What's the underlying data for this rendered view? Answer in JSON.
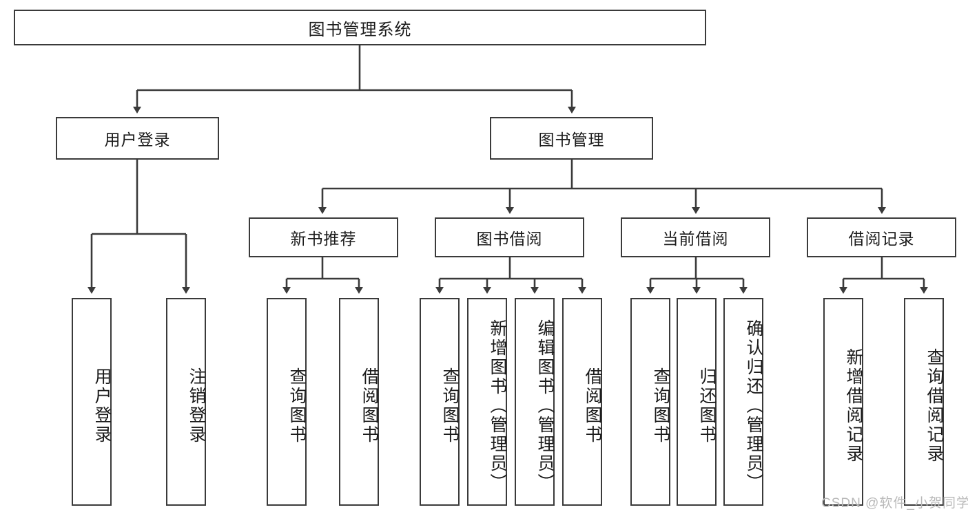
{
  "diagram": {
    "title": "图书管理系统",
    "watermark": "CSDN @软件_小贺同学",
    "colors": {
      "border": "#3a3a3a",
      "background": "#ffffff",
      "text": "#1b1b1b",
      "watermark": "#b9b9b9"
    },
    "levels": {
      "root": {
        "label": "图书管理系统"
      },
      "level2": [
        {
          "label": "用户登录"
        },
        {
          "label": "图书管理"
        }
      ],
      "level3": [
        {
          "label": "新书推荐"
        },
        {
          "label": "图书借阅"
        },
        {
          "label": "当前借阅"
        },
        {
          "label": "借阅记录"
        }
      ],
      "leaves": [
        {
          "label": "用户登录"
        },
        {
          "label": "注销登录"
        },
        {
          "label": "查询图书"
        },
        {
          "label": "借阅图书"
        },
        {
          "label": "查询图书"
        },
        {
          "label": "新增图书（管理员）"
        },
        {
          "label": "编辑图书（管理员）"
        },
        {
          "label": "借阅图书"
        },
        {
          "label": "查询图书"
        },
        {
          "label": "归还图书"
        },
        {
          "label": "确认归还（管理员）"
        },
        {
          "label": "新增借阅记录"
        },
        {
          "label": "查询借阅记录"
        }
      ]
    }
  }
}
